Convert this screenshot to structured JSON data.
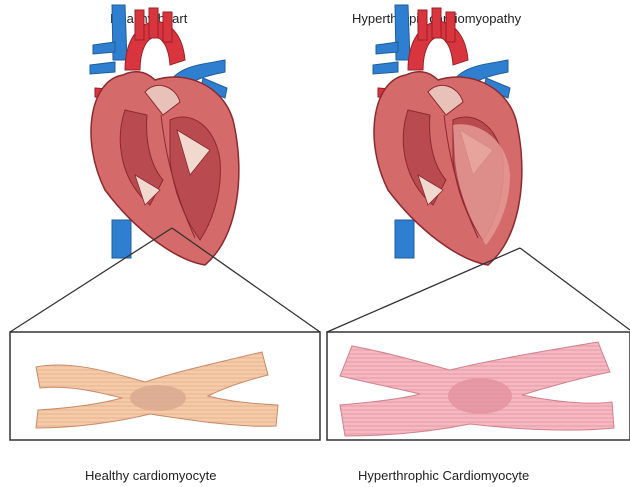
{
  "panels": {
    "healthy_heart_title": "Healthy heart",
    "hcm_heart_title": "Hyperthropic cardiomyopathy",
    "healthy_cell_caption": "Healthy cardiomyocyte",
    "hcm_cell_caption": "Hyperthrophic Cardiomyocyte"
  },
  "colors": {
    "vein_blue": "#2f7fd0",
    "artery_red": "#d9353f",
    "muscle": "#d46a6a",
    "healthy_cell": "#f5cba8",
    "hcm_cell": "#f6b9c1",
    "frame": "#333333"
  }
}
